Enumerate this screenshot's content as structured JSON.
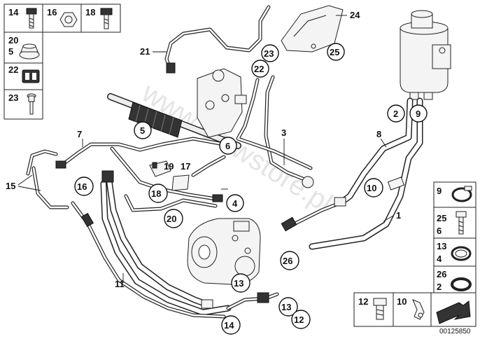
{
  "diagram_number": "00125850",
  "watermark": "www.bmwstore.pl",
  "callouts": {
    "c1": "1",
    "c2": "2",
    "c3": "3",
    "c4": "4",
    "c5": "5",
    "c6": "6",
    "c7": "7",
    "c8": "8",
    "c9": "9",
    "c10": "10",
    "c11": "11",
    "c12": "12",
    "c13a": "13",
    "c13b": "13",
    "c14": "14",
    "c15": "15",
    "c16": "16",
    "c17": "17",
    "c18": "18",
    "c19": "19",
    "c20": "20",
    "c21": "21",
    "c22": "22",
    "c23": "23",
    "c24": "24",
    "c25": "25",
    "c26": "26"
  },
  "legend_top": {
    "l14": "14",
    "l16": "16",
    "l18": "18",
    "l20": "20",
    "l5": "5",
    "l22": "22",
    "l23": "23"
  },
  "legend_right": {
    "r9": "9",
    "r25": "25",
    "r6": "6",
    "r13": "13",
    "r4": "4",
    "r26": "26",
    "r2": "2"
  },
  "legend_bottom": {
    "b12": "12",
    "b10": "10"
  }
}
